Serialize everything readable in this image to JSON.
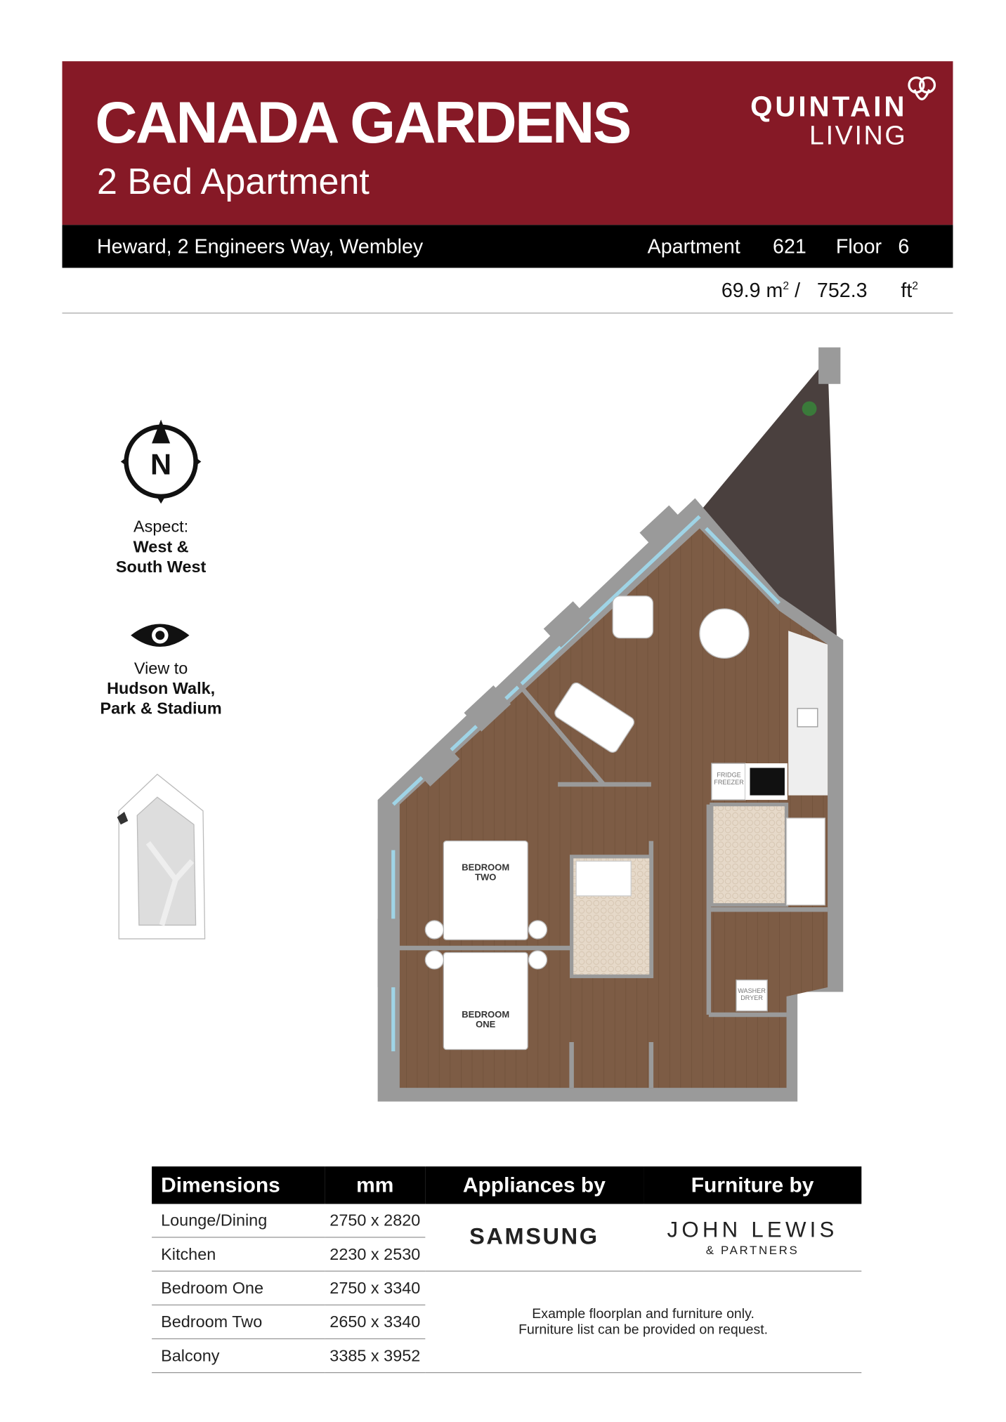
{
  "header": {
    "title": "CANADA GARDENS",
    "subtitle": "2 Bed Apartment",
    "brand_line1": "QUINTAIN",
    "brand_line2": "LIVING",
    "brand_color": "#861926"
  },
  "infobar": {
    "address": "Heward, 2 Engineers Way, Wembley",
    "apartment_label": "Apartment",
    "apartment_number": "621",
    "floor_label": "Floor",
    "floor_number": "6"
  },
  "area": {
    "sqm": "69.9",
    "sqm_unit": "m",
    "separator": "/",
    "sqft": "752.3",
    "sqft_unit": "ft",
    "exp": "2"
  },
  "sidebar": {
    "compass_letter": "N",
    "aspect_label": "Aspect:",
    "aspect_line1": "West &",
    "aspect_line2": "South West",
    "view_label": "View to",
    "view_line1": "Hudson Walk,",
    "view_line2": "Park & Stadium"
  },
  "floorplan": {
    "bedroom_two": [
      "BEDROOM",
      "TWO"
    ],
    "bedroom_one": [
      "BEDROOM",
      "ONE"
    ],
    "fridge": [
      "FRIDGE",
      "FREEZER"
    ],
    "washer": [
      "WASHER",
      "DRYER"
    ]
  },
  "table": {
    "headers": [
      "Dimensions",
      "mm",
      "Appliances by",
      "Furniture by"
    ],
    "rows": [
      {
        "room": "Lounge/Dining",
        "size": "2750 x 2820"
      },
      {
        "room": "Kitchen",
        "size": "2230 x 2530"
      },
      {
        "room": "Bedroom One",
        "size": "2750 x 3340"
      },
      {
        "room": "Bedroom Two",
        "size": "2650 x 3340"
      },
      {
        "room": "Balcony",
        "size": "3385 x 3952"
      }
    ],
    "appliances_brand": "SAMSUNG",
    "furniture_brand_line1": "JOHN LEWIS",
    "furniture_brand_line2": "& PARTNERS",
    "note_line1": "Example floorplan and furniture only.",
    "note_line2": "Furniture list can be provided on request."
  }
}
